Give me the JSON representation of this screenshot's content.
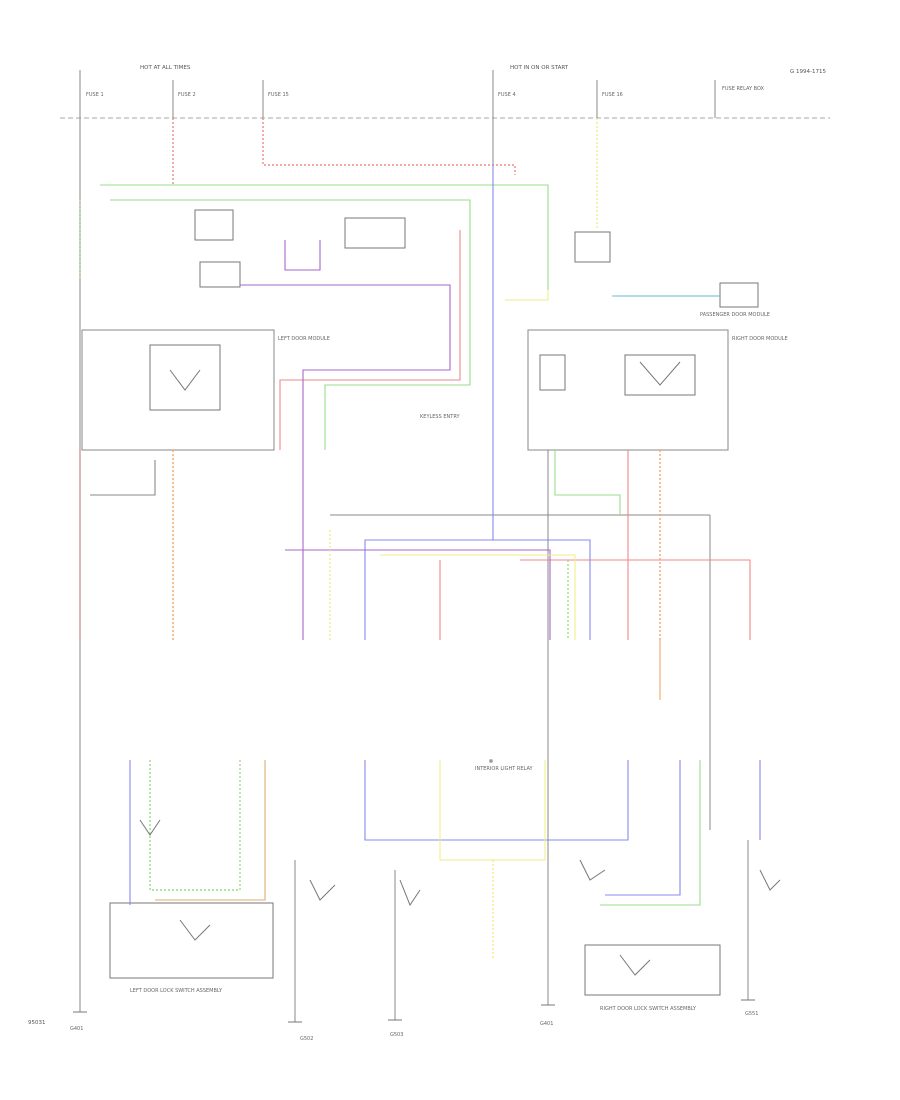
{
  "colors": {
    "red": "#ee8888",
    "green": "#99dd88",
    "blue": "#8888ee",
    "purple": "#aa66cc",
    "orange": "#f2a866",
    "yellow": "#eeee88",
    "cyan": "#66bbcc",
    "gray": "#888888",
    "tan": "#d8b070"
  },
  "page_labels": {
    "top_left_header": "HOT AT ALL TIMES",
    "top_right_header": "HOT IN ON OR START",
    "page_ref": "G 1994-1715",
    "bottom_ref": "95031"
  },
  "fuse_labels": [
    "FUSE 1",
    "FUSE 2",
    "FUSE 15",
    "FUSE 4",
    "FUSE 16",
    "FUSE RELAY BOX"
  ],
  "component_labels": {
    "left_module": "LEFT DOOR MODULE",
    "right_module": "RIGHT DOOR MODULE",
    "pass_module": "PASSENGER DOOR MODULE",
    "center_unit": "INTERIOR LIGHT RELAY",
    "left_door_assy": "LEFT DOOR LOCK SWITCH ASSEMBLY",
    "right_door_assy": "RIGHT DOOR LOCK SWITCH ASSEMBLY",
    "center_note": "KEYLESS ENTRY"
  },
  "ground_labels": [
    "G401",
    "G502",
    "G503",
    "G401",
    "G551"
  ]
}
